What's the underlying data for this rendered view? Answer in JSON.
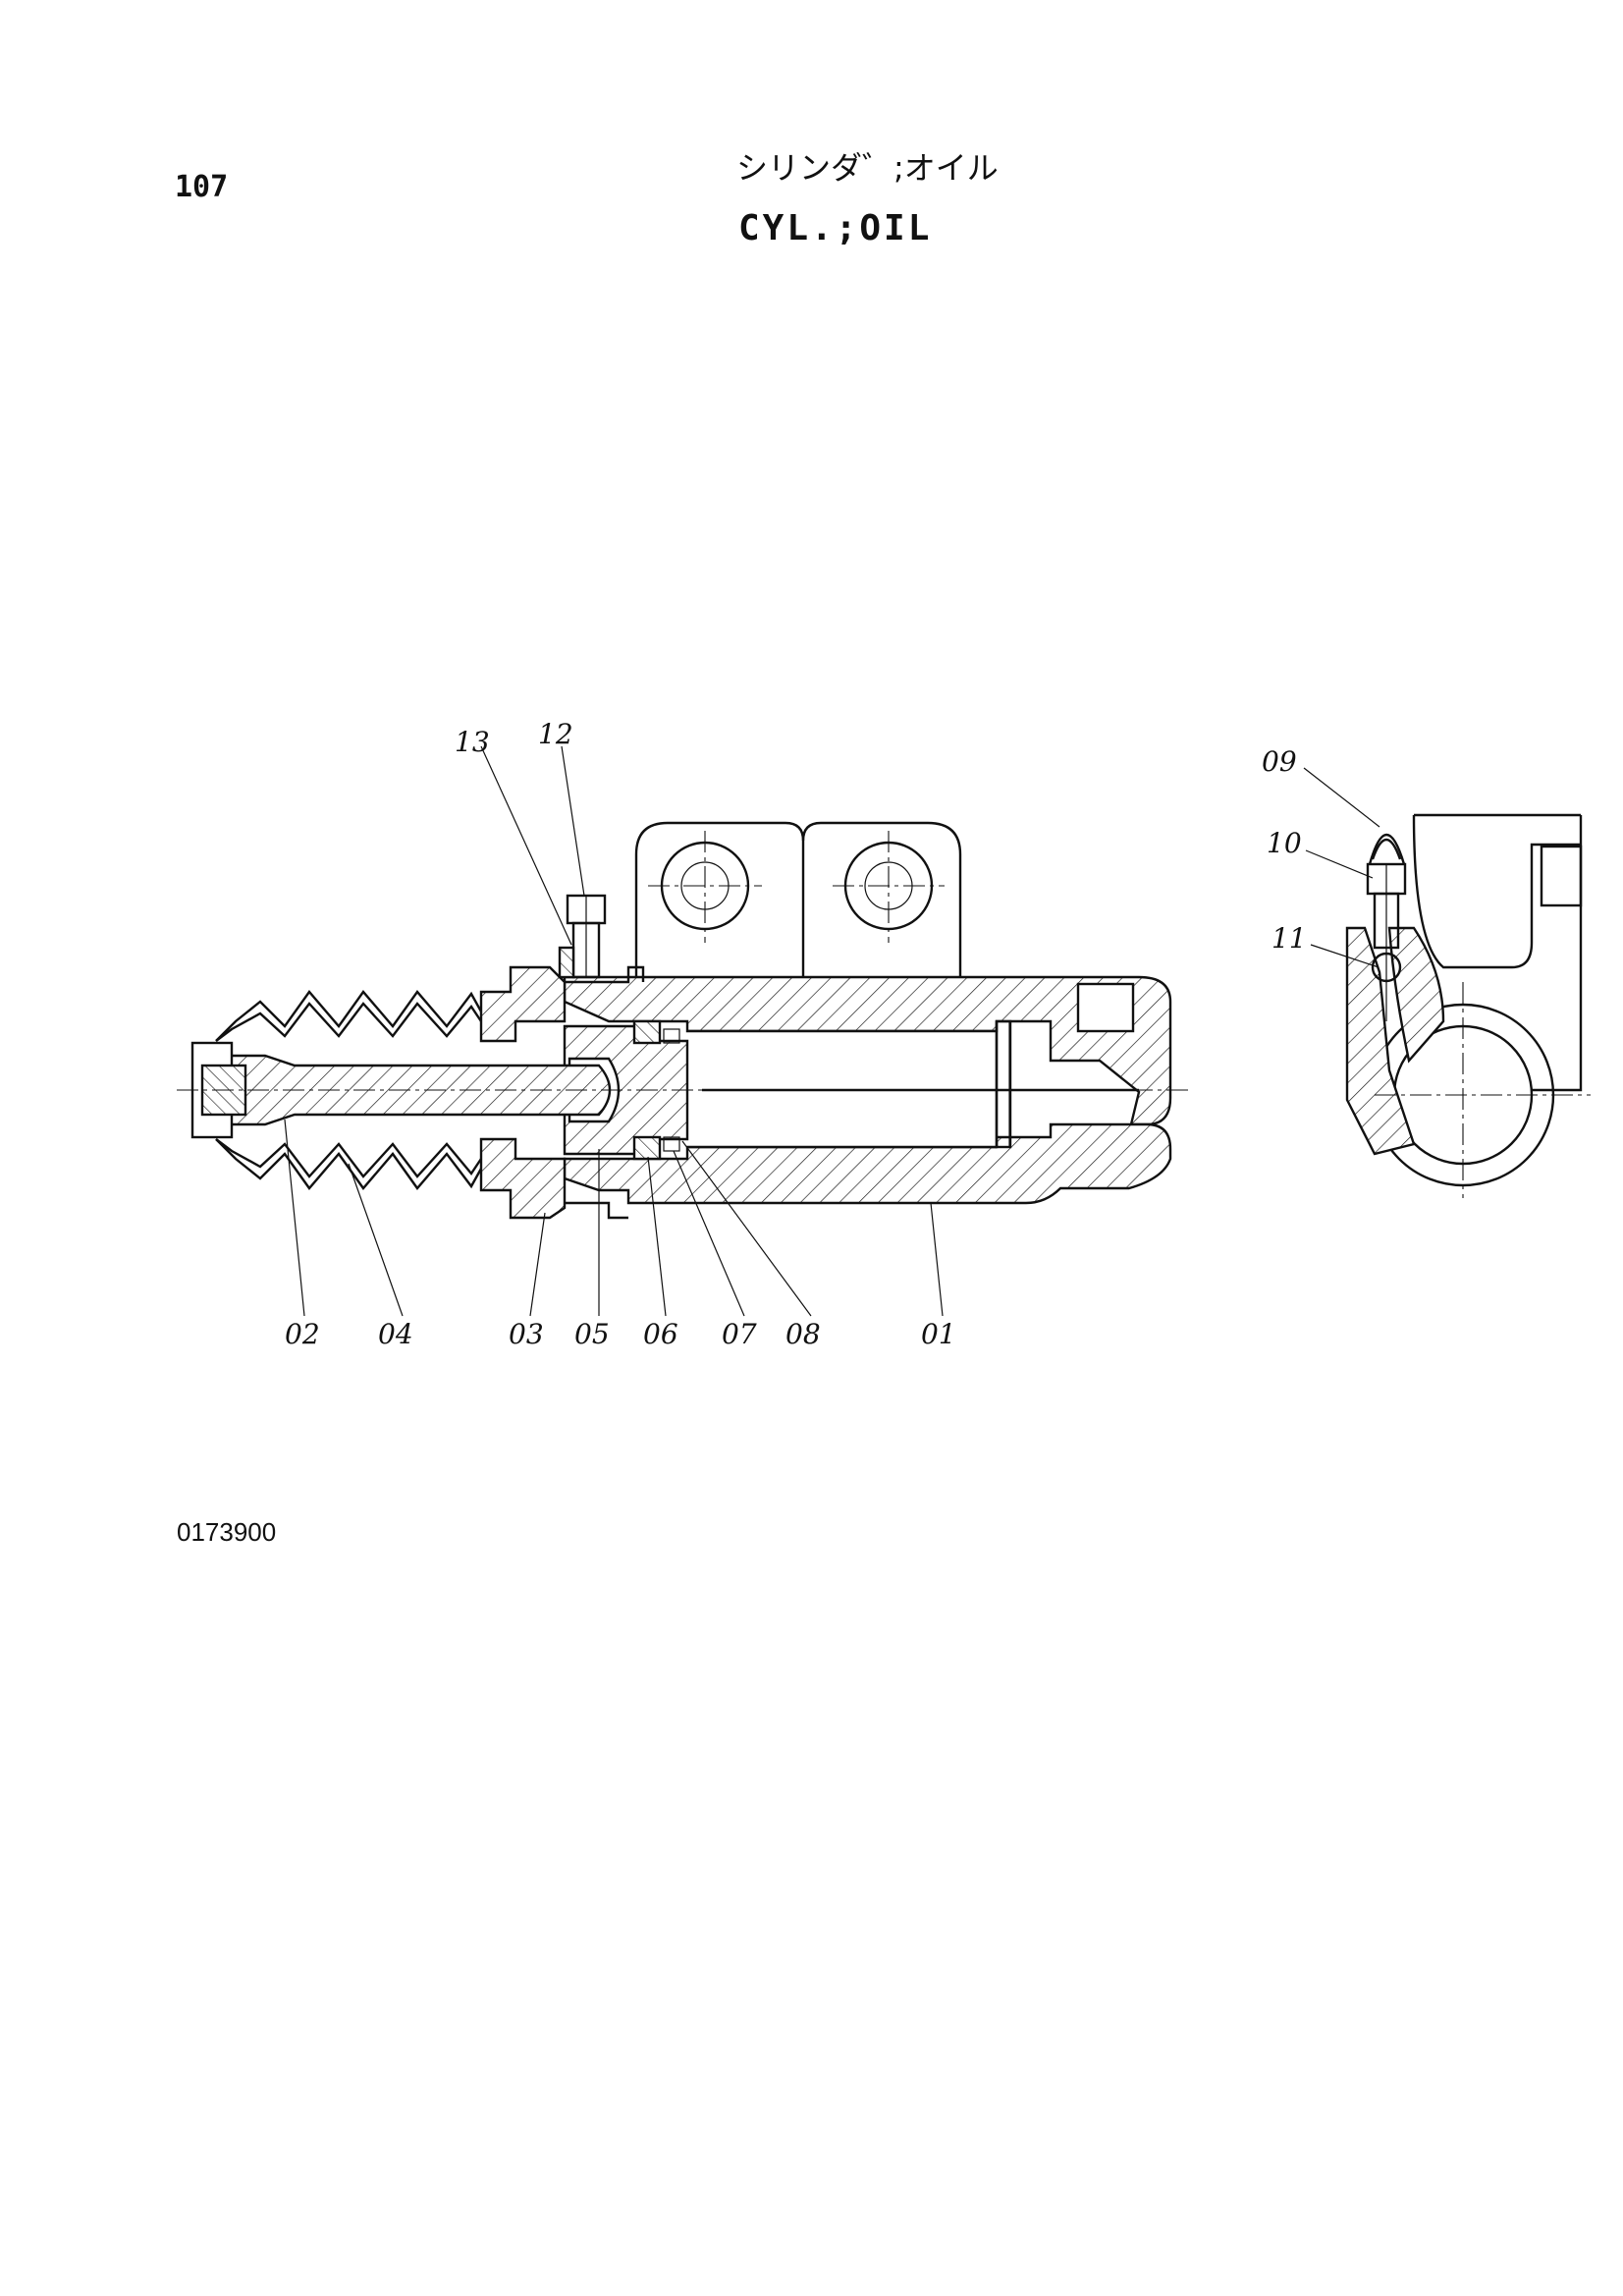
{
  "page": {
    "number": "107",
    "title_jp": "シリンダ゛;オイル",
    "title_en": "CYL.;OIL",
    "drawing_number": "0173900"
  },
  "callouts": [
    {
      "label": "13"
    },
    {
      "label": "12"
    },
    {
      "label": "09"
    },
    {
      "label": "10"
    },
    {
      "label": "11"
    },
    {
      "label": "02"
    },
    {
      "label": "04"
    },
    {
      "label": "03"
    },
    {
      "label": "05"
    },
    {
      "label": "06"
    },
    {
      "label": "07"
    },
    {
      "label": "08"
    },
    {
      "label": "01"
    }
  ]
}
